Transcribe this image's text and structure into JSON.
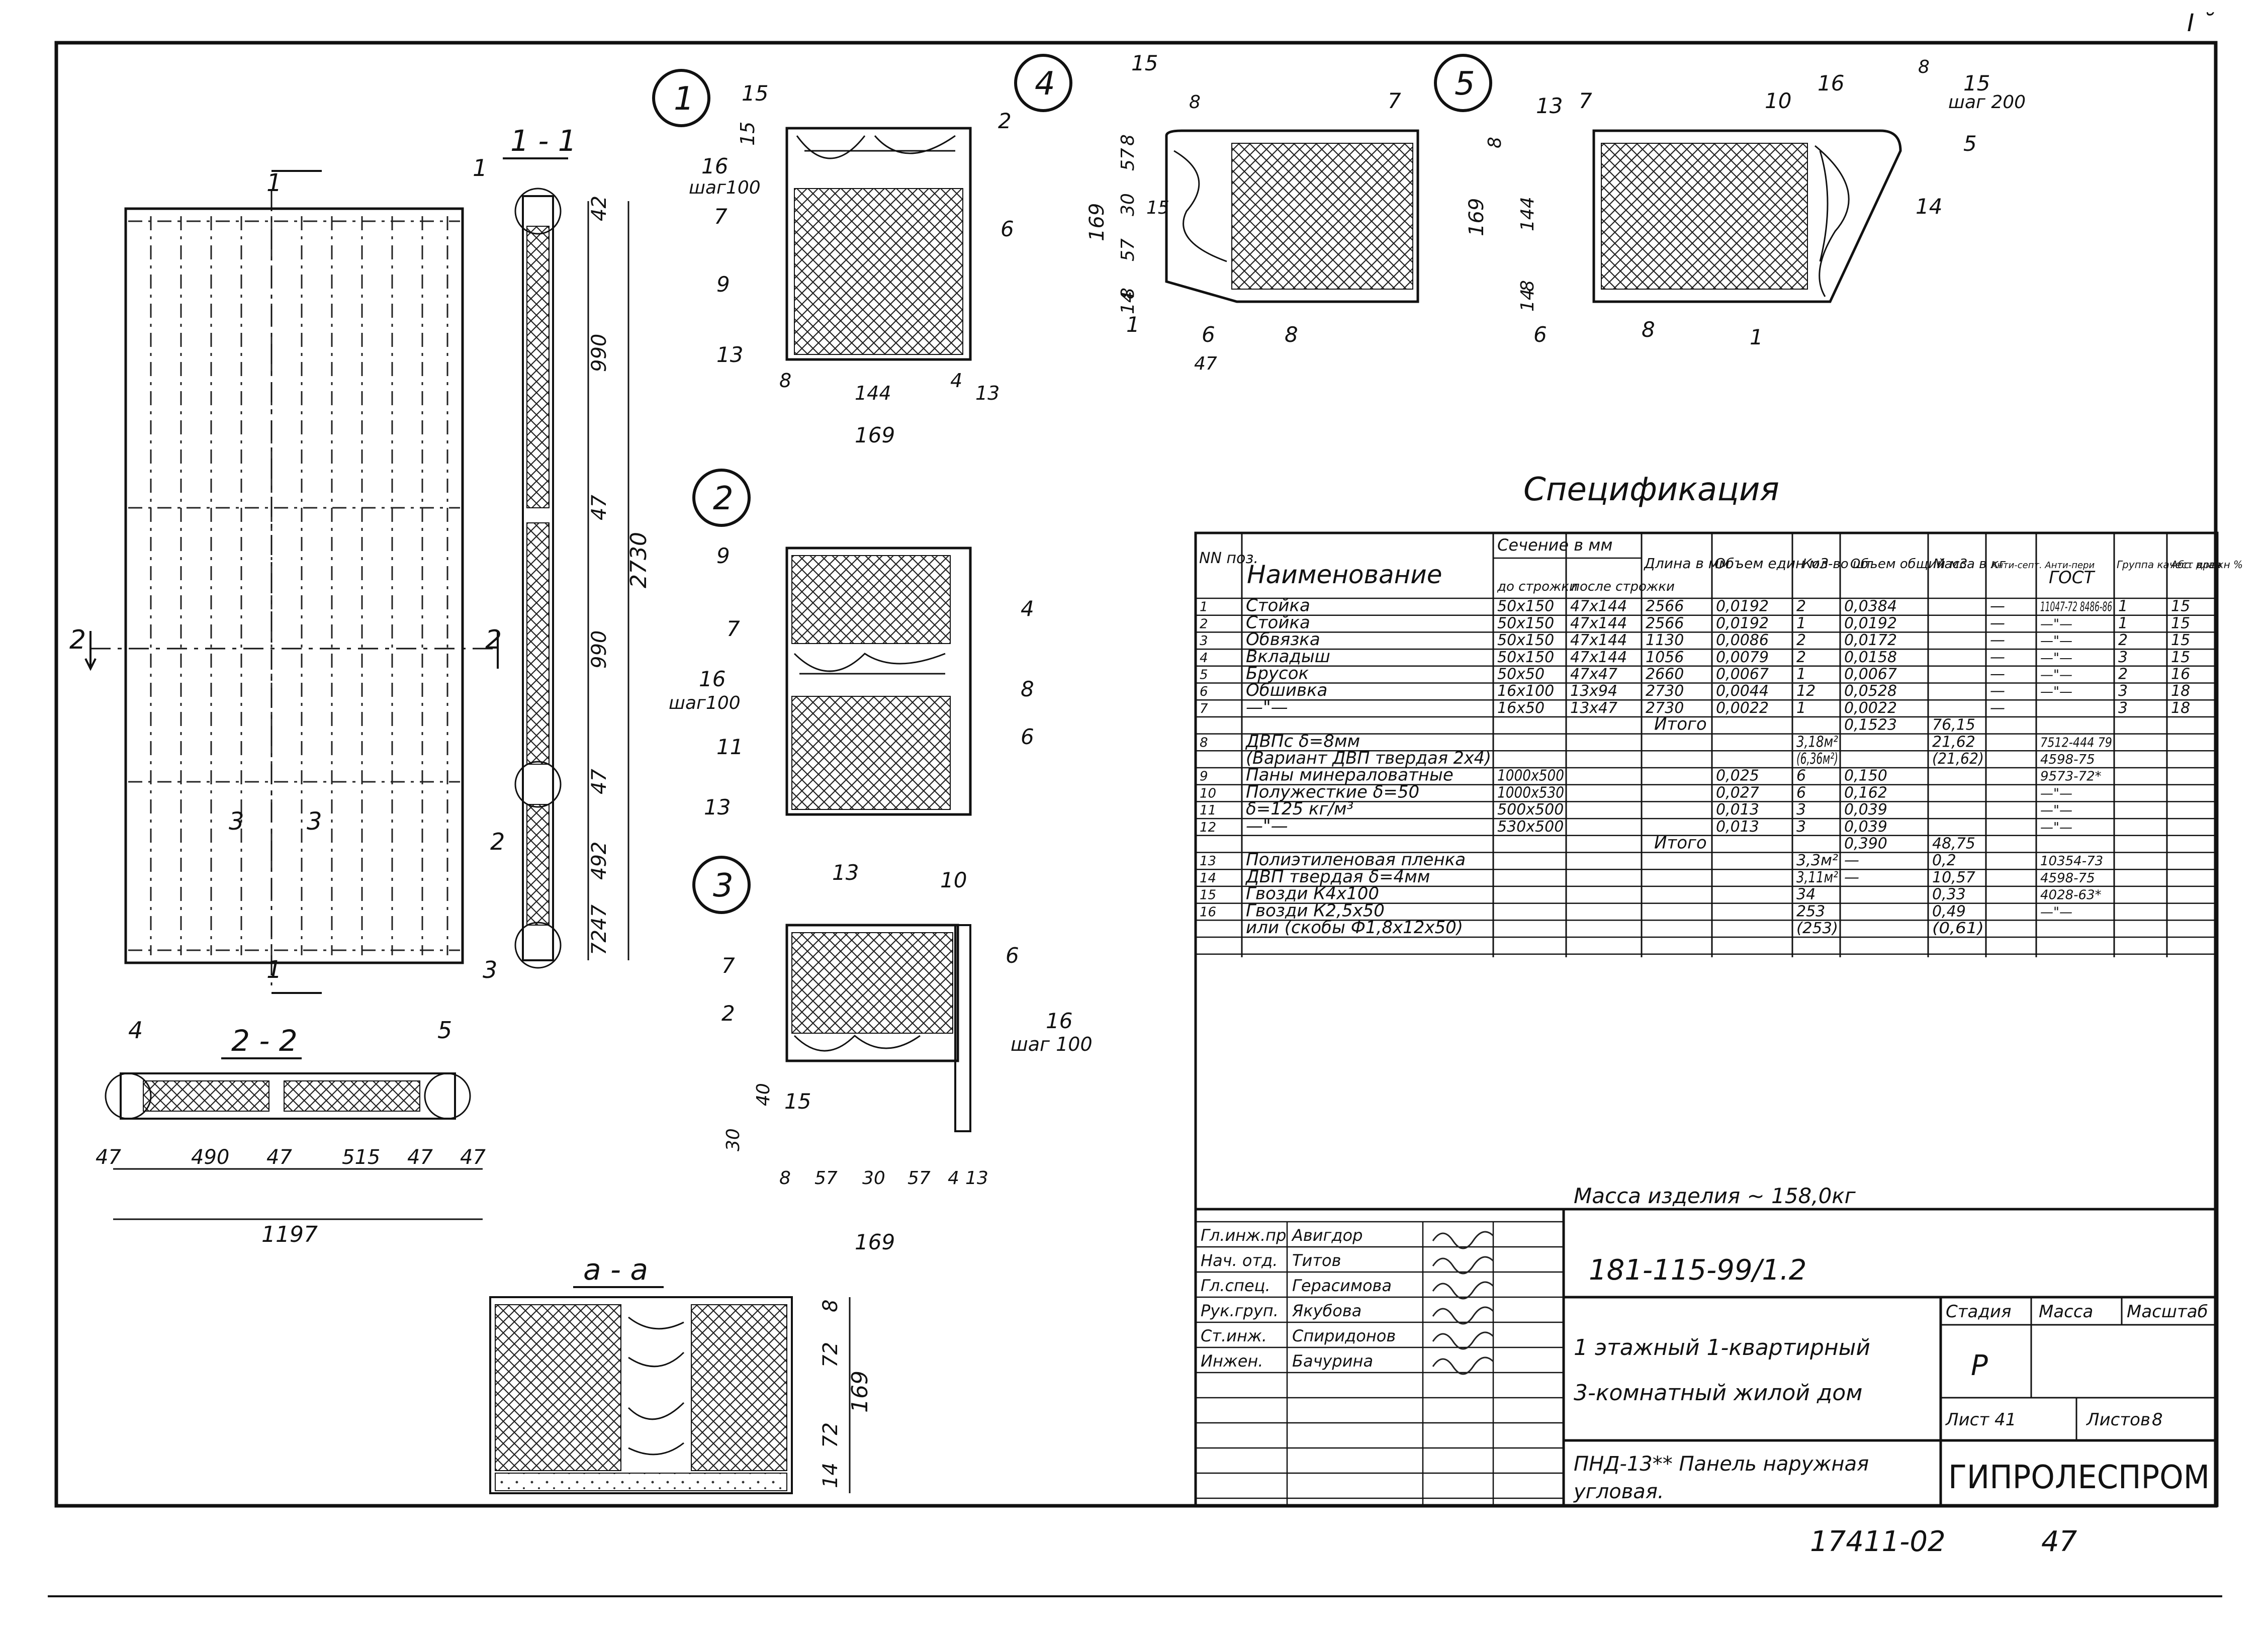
{
  "corner_mark": "I ˘",
  "details": {
    "d1": {
      "num": "1",
      "labels": [
        "15",
        "2",
        "16",
        "шаг100",
        "7",
        "6",
        "9",
        "13"
      ],
      "dims": [
        "8",
        "144",
        "4",
        "13",
        "169",
        "15"
      ]
    },
    "d4": {
      "num": "4",
      "labels": [
        "15",
        "7",
        "15",
        "1",
        "6",
        "8"
      ],
      "dims": [
        "8",
        "8",
        "57",
        "30",
        "57",
        "169",
        "8",
        "14",
        "47"
      ]
    },
    "d5": {
      "num": "5",
      "labels": [
        "13",
        "7",
        "10",
        "16",
        "15",
        "шаг 200",
        "5",
        "14",
        "6",
        "8",
        "1"
      ],
      "dims": [
        "8",
        "8",
        "144",
        "169",
        "8",
        "14"
      ]
    },
    "d2": {
      "num": "2",
      "labels": [
        "9",
        "7",
        "4",
        "16",
        "шаг100",
        "8",
        "11",
        "6",
        "13"
      ]
    },
    "d3": {
      "num": "3",
      "labels": [
        "13",
        "10",
        "7",
        "6",
        "2",
        "16",
        "шаг 100",
        "15"
      ],
      "dims": [
        "30",
        "40",
        "8",
        "57",
        "30",
        "57",
        "4",
        "13",
        "169"
      ]
    }
  },
  "section_11": {
    "title": "1 - 1",
    "labels": [
      "1",
      "2",
      "3"
    ],
    "dims": [
      "42",
      "990",
      "47",
      "990",
      "47",
      "492",
      "47",
      "72",
      "2730"
    ]
  },
  "elevation": {
    "labels": [
      "1",
      "1",
      "2",
      "2",
      "3",
      "3"
    ]
  },
  "section_22": {
    "title": "2 - 2",
    "labels": [
      "4",
      "5"
    ],
    "dims": [
      "47",
      "490",
      "47",
      "515",
      "47",
      "47",
      "1197"
    ]
  },
  "section_aa": {
    "title": "а - а",
    "dims": [
      "8",
      "72",
      "72",
      "169",
      "14"
    ]
  },
  "spec": {
    "title": "Спецификация",
    "headers": {
      "pos": "NN поз.",
      "name": "Наименование",
      "section": "Сечение в мм",
      "before": "до строжки",
      "after": "после строжки",
      "length": "Длина в мм",
      "vol_unit": "Объем един м3",
      "qty": "Кол-во шт",
      "vol_total": "Объем общий м3",
      "mass": "Масса в кг",
      "antisep": "Анти-септ. Анти-пери",
      "gost": "ГОСТ",
      "group": "Группа качест древ",
      "humid": "Абс. влажн %"
    },
    "rows": [
      [
        "1",
        "Стойка",
        "50х150",
        "47х144",
        "2566",
        "0,0192",
        "2",
        "0,0384",
        "",
        "—",
        "11047-72 8486-86",
        "1",
        "15"
      ],
      [
        "2",
        "Стойка",
        "50х150",
        "47х144",
        "2566",
        "0,0192",
        "1",
        "0,0192",
        "",
        "—",
        "—\"—",
        "1",
        "15"
      ],
      [
        "3",
        "Обвязка",
        "50х150",
        "47х144",
        "1130",
        "0,0086",
        "2",
        "0,0172",
        "",
        "—",
        "—\"—",
        "2",
        "15"
      ],
      [
        "4",
        "Вкладыш",
        "50х150",
        "47х144",
        "1056",
        "0,0079",
        "2",
        "0,0158",
        "",
        "—",
        "—\"—",
        "3",
        "15"
      ],
      [
        "5",
        "Брусок",
        "50х50",
        "47х47",
        "2660",
        "0,0067",
        "1",
        "0,0067",
        "",
        "—",
        "—\"—",
        "2",
        "16"
      ],
      [
        "6",
        "Обшивка",
        "16х100",
        "13х94",
        "2730",
        "0,0044",
        "12",
        "0,0528",
        "",
        "—",
        "—\"—",
        "3",
        "18"
      ],
      [
        "7",
        "—\"—",
        "16х50",
        "13х47",
        "2730",
        "0,0022",
        "1",
        "0,0022",
        "",
        "—",
        "",
        "3",
        "18"
      ],
      [
        "",
        "Итого",
        "",
        "",
        "",
        "",
        "",
        "0,1523",
        "76,15",
        "",
        "",
        "",
        ""
      ],
      [
        "8",
        "ДВПс δ=8мм",
        "",
        "",
        "",
        "",
        "3,18м²",
        "",
        "21,62",
        "",
        "7512-444 79",
        "",
        ""
      ],
      [
        "",
        "(Вариант ДВП твердая 2х4)",
        "",
        "",
        "",
        "",
        "(6,36м²)",
        "",
        "(21,62)",
        "",
        "4598-75",
        "",
        ""
      ],
      [
        "9",
        "Паны минераловатные",
        "1000х500",
        "",
        "",
        "0,025",
        "6",
        "0,150",
        "",
        "",
        "9573-72*",
        "",
        ""
      ],
      [
        "10",
        "Полужесткие δ=50",
        "1000х530",
        "",
        "",
        "0,027",
        "6",
        "0,162",
        "",
        "",
        "—\"—",
        "",
        ""
      ],
      [
        "11",
        "δ=125 кг/м³",
        "500х500",
        "",
        "",
        "0,013",
        "3",
        "0,039",
        "",
        "",
        "—\"—",
        "",
        ""
      ],
      [
        "12",
        "—\"—",
        "530х500",
        "",
        "",
        "0,013",
        "3",
        "0,039",
        "",
        "",
        "—\"—",
        "",
        ""
      ],
      [
        "",
        "Итого",
        "",
        "",
        "",
        "",
        "",
        "0,390",
        "48,75",
        "",
        "",
        "",
        ""
      ],
      [
        "13",
        "Полиэтиленовая пленка",
        "",
        "",
        "",
        "",
        "3,3м²",
        "—",
        "0,2",
        "",
        "10354-73",
        "",
        ""
      ],
      [
        "14",
        "ДВП твердая δ=4мм",
        "",
        "",
        "",
        "",
        "3,11м²",
        "—",
        "10,57",
        "",
        "4598-75",
        "",
        ""
      ],
      [
        "15",
        "Гвозди К4х100",
        "",
        "",
        "",
        "",
        "34",
        "",
        "0,33",
        "",
        "4028-63*",
        "",
        ""
      ],
      [
        "16",
        "Гвозди К2,5х50",
        "",
        "",
        "",
        "",
        "253",
        "",
        "0,49",
        "",
        "—\"—",
        "",
        ""
      ],
      [
        "",
        "или (скобы Ф1,8х12х50)",
        "",
        "",
        "",
        "",
        "(253)",
        "",
        "(0,61)",
        "",
        "",
        "",
        ""
      ]
    ],
    "total_mass": "Масса изделия  ∼  158,0кг"
  },
  "title_block": {
    "people": [
      {
        "role": "Гл.инж.пр",
        "name": "Авигдор"
      },
      {
        "role": "Нач. отд.",
        "name": "Титов"
      },
      {
        "role": "Гл.спец.",
        "name": "Герасимова"
      },
      {
        "role": "Рук.груп.",
        "name": "Якубова"
      },
      {
        "role": "Ст.инж.",
        "name": "Спиридонов"
      },
      {
        "role": "Инжен.",
        "name": "Бачурина"
      }
    ],
    "code": "181-115-99/1.2",
    "project_line1": "1 этажный 1-квартирный",
    "project_line2": "3-комнатный жилой дом",
    "stage_label": "Стадия",
    "mass_label": "Масса",
    "scale_label": "Масштаб",
    "stage_value": "Р",
    "sheet_label": "Лист 41",
    "sheets_label": "Листов",
    "sheets_value": "8",
    "element_line1": "ПНД-13** Панель наружная",
    "element_line2": "угловая.",
    "org": "ГИПРОЛЕСПРОМ",
    "footer_number": "17411-02",
    "footer_page": "47"
  }
}
